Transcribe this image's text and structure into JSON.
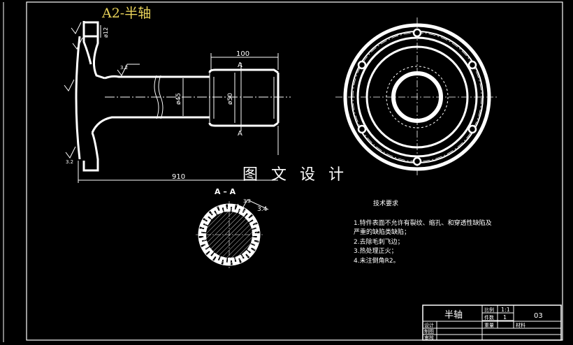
{
  "drawing": {
    "title": "A2-半轴",
    "watermark": "图 文 设 计",
    "dimensions": {
      "length_total": "910",
      "length_end": "100",
      "dia_shaft": "ø45",
      "dia_end": "ø50",
      "flange_dim": "ø12",
      "roughness_a": "3.2",
      "roughness_b": "3.4"
    },
    "section": {
      "view_label": "A – A",
      "cut_mark_top": "A",
      "cut_mark_bottom": "A"
    },
    "notes": {
      "heading": "技术要求",
      "items": [
        "1.特件表面不允许有裂纹、缩孔、和穿透性缺陷及",
        "严重的缺陷类缺陷；",
        "2.去除毛刺飞边；",
        "3.热处理正火；",
        "4.未注倒角R2。"
      ]
    },
    "title_block": {
      "part_name": "半轴",
      "scale_label": "比例",
      "scale_value": "1:1",
      "qty_label": "件数",
      "qty_value": "1",
      "weight_label": "重量",
      "material_label": "材料",
      "drawing_no": "03",
      "design_label": "设计",
      "draw_label": "制图",
      "check_label": "审核"
    }
  },
  "colors": {
    "background": "#000000",
    "line": "#ffffff",
    "title": "#e8d25a"
  }
}
